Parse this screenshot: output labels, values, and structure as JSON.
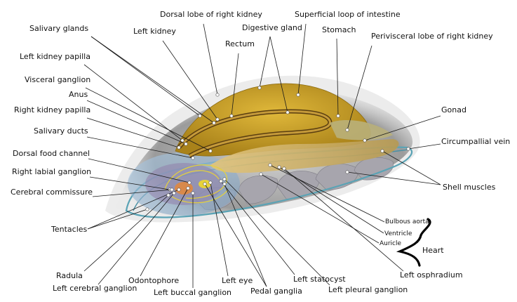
{
  "labels": {
    "dorsal_lobe_right_kidney": "Dorsal lobe of right kidney",
    "superficial_loop_intestine": "Superficial loop of intestine",
    "salivary_glands": "Salivary glands",
    "left_kidney": "Left kidney",
    "digestive_gland": "Digestive gland",
    "stomach": "Stomach",
    "perivisceral_lobe_right_kidney": "Perivisceral lobe of right kidney",
    "rectum": "Rectum",
    "left_kidney_papilla": "Left kidney papilla",
    "visceral_ganglion": "Visceral ganglion",
    "anus": "Anus",
    "right_kidney_papilla": "Right kidney papilla",
    "gonad": "Gonad",
    "salivary_ducts": "Salivary ducts",
    "circumpallial_vein": "Circumpallial vein",
    "dorsal_food_channel": "Dorsal food channel",
    "right_labial_ganglion": "Right labial ganglion",
    "shell_muscles": "Shell muscles",
    "cerebral_commissure": "Cerebral commissure",
    "bulbous_aorta": "Bulbous aorta",
    "tentacles": "Tentacles",
    "ventricle": "Ventricle",
    "auricle": "Auricle",
    "heart": "Heart",
    "radula": "Radula",
    "left_osphradium": "Left osphradium",
    "odontophore": "Odontophore",
    "left_eye": "Left eye",
    "left_statocyst": "Left statocyst",
    "left_cerebral_ganglion": "Left cerebral ganglion",
    "left_pleural_ganglion": "Left pleural ganglion",
    "left_buccal_ganglion": "Left buccal ganglion",
    "pedal_ganglia": "Pedal ganglia"
  },
  "colors": {
    "digestive_gland": "#c9a227",
    "shell_shadow": "#8a8a8a",
    "mantle_blue": "#8fb5d6",
    "vein_teal": "#5aa3b5",
    "intestine": "#d8b86a",
    "nerve_yellow": "#e6d23a",
    "muscle_grey": "#9c9aa3"
  }
}
